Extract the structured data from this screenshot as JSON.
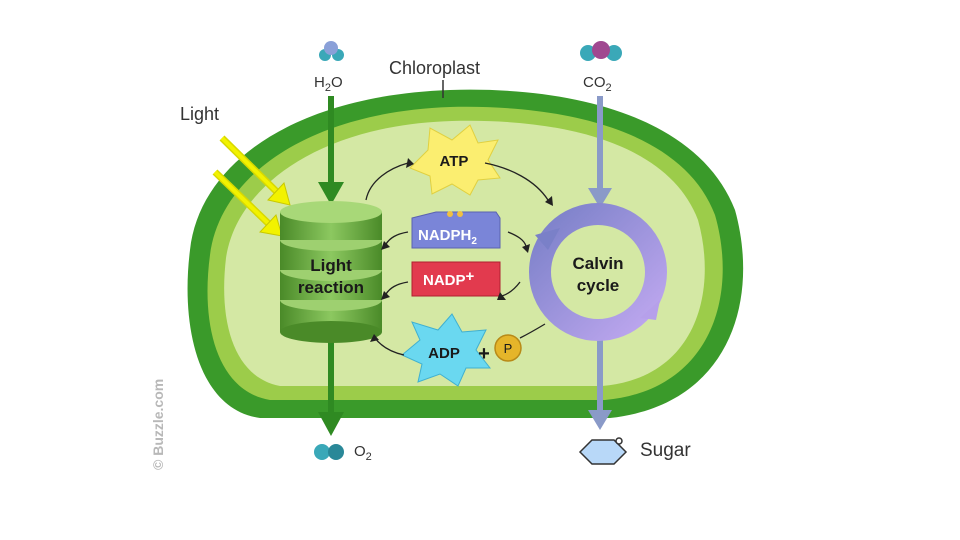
{
  "labels": {
    "chloroplast": "Chloroplast",
    "light": "Light",
    "h2o_main": "H",
    "h2o_sub": "2",
    "h2o_end": "O",
    "co2_main": "CO",
    "co2_sub": "2",
    "o2_main": "O",
    "o2_sub": "2",
    "sugar": "Sugar",
    "light_reaction_1": "Light",
    "light_reaction_2": "reaction",
    "calvin_1": "Calvin",
    "calvin_2": "cycle",
    "atp": "ATP",
    "nadph": "NADPH",
    "nadph_sub": "2",
    "nadp": "NADP",
    "nadp_plus": "+",
    "adp": "ADP",
    "plus": "+",
    "phosphate": "P",
    "watermark": "© Buzzle.com"
  },
  "colors": {
    "outer_membrane": "#3a9a2a",
    "inner_membrane": "#9ccc4a",
    "stroma": "#d4e8a4",
    "thylakoid": "#6aa840",
    "atp_burst": "#fbee70",
    "nadph_box": "#7a85d8",
    "nadp_box": "#e23a4e",
    "adp_burst": "#6ad8f0",
    "phosphate": "#e5b52a",
    "calvin_ring": "#9a9ad8",
    "light_ray": "#f2f200",
    "sugar": "#b8d8f8"
  }
}
